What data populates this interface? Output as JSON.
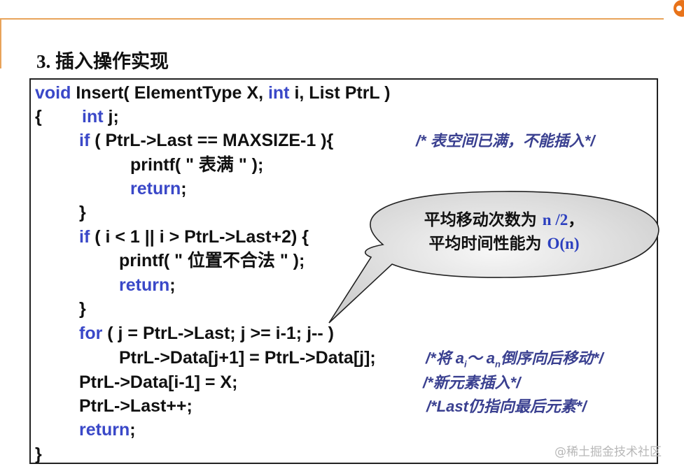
{
  "title": "3. 插入操作实现",
  "code": {
    "l1_kw1": "void",
    "l1_a": " Insert( ElementType X, ",
    "l1_kw2": "int",
    "l1_b": " i, List PtrL )",
    "l2_brace": "{",
    "l2_kw": "int",
    "l2_b": " j;",
    "l3_kw": "if",
    "l3_b": " ( PtrL->Last == MAXSIZE-1 ){",
    "l4": "printf( \" 表满 \" );",
    "l5_kw": "return",
    "l5_b": ";",
    "l6": "}",
    "l7_kw": "if",
    "l7_b": " ( i < 1 || i > PtrL->Last+2) {",
    "l8": "printf( \" 位置不合法 \" );",
    "l9_kw": "return",
    "l9_b": ";",
    "l10": "}",
    "l11_kw": "for",
    "l11_b": " ( j = PtrL->Last; j >= i-1; j-- )",
    "l12": "PtrL->Data[j+1] = PtrL->Data[j];",
    "l13": "PtrL->Data[i-1] = X;",
    "l14": "PtrL->Last++;",
    "l15_kw": "return",
    "l15_b": ";",
    "l16": "}"
  },
  "comments": {
    "c1": "/* 表空间已满，不能插入*/",
    "c2_a": "/*将 a",
    "c2_sub1": "i",
    "c2_b": "～ a",
    "c2_sub2": "n",
    "c2_c": "倒序向后移动*/",
    "c3": "/*新元素插入*/",
    "c4": "/*Last仍指向最后元素*/"
  },
  "callout": {
    "line1_a": "平均移动次数为 ",
    "line1_hl": "n /2",
    "line1_b": "，",
    "line2_a": "平均时间性能为 ",
    "line2_hl": "O(n)"
  },
  "watermark": "@稀土掘金技术社区",
  "colors": {
    "keyword": "#3a48c8",
    "comment": "#3a4090",
    "accent_rule": "#e8a35a",
    "callout_fill": "#d9d9d9"
  }
}
